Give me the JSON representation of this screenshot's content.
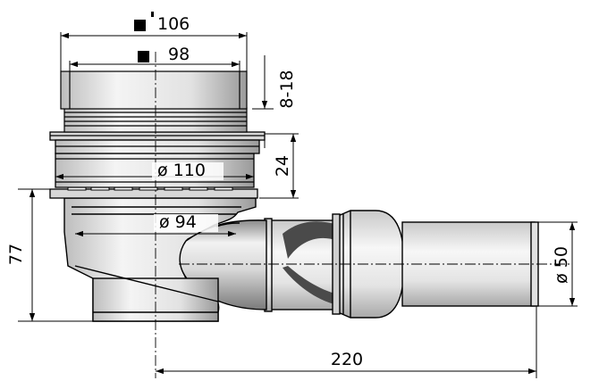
{
  "dimensions": {
    "top_outer": "106",
    "top_inner": "98",
    "adjust_range": "8-18",
    "flange_height": "24",
    "flange_diameter": "ø 110",
    "body_diameter": "ø 94",
    "pipe_diameter": "ø 50",
    "overall_height": "77",
    "outlet_length": "220"
  },
  "colors": {
    "line": "#000000",
    "background": "#ffffff",
    "shade_dark": "#4a4a4a",
    "shade_light": "#c8c8c8"
  },
  "icons": [
    "square-symbol-icon"
  ]
}
